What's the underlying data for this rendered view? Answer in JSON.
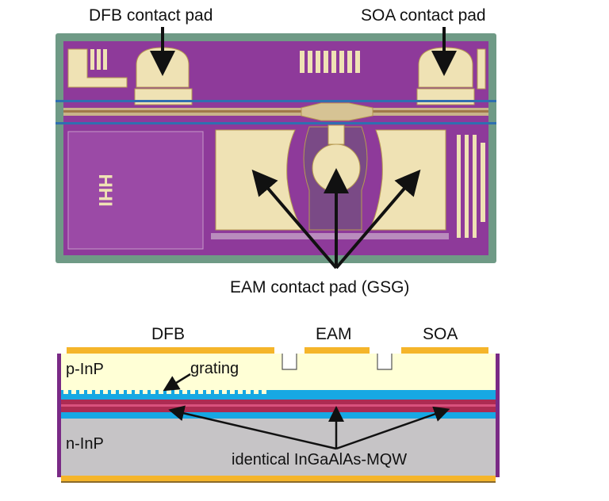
{
  "top_view": {
    "labels": {
      "dfb_pad": "DFB contact pad",
      "soa_pad": "SOA contact pad",
      "eam_pad": "EAM contact pad (GSG)",
      "chip_logo": "HHI"
    },
    "colors": {
      "chip_border": "#6f9a86",
      "chip_body": "#8e3a9a",
      "pad_gold": "#efe2b4",
      "pad_edge": "#b79a52",
      "waveguide_blue": "#2f6fb0"
    }
  },
  "cross_section": {
    "section_labels": {
      "dfb": "DFB",
      "eam": "EAM",
      "soa": "SOA"
    },
    "layer_labels": {
      "p_inp": "p-InP",
      "n_inp": "n-InP",
      "grating": "grating",
      "mqw": "identical InGaAlAs-MQW"
    },
    "colors": {
      "p_inp": "#ffffd6",
      "n_inp": "#c6c4c6",
      "contact": "#f5b52a",
      "mqw_blue": "#17a8e3",
      "mqw_core": "#ad2b52",
      "side_wall": "#7a2a86"
    }
  }
}
